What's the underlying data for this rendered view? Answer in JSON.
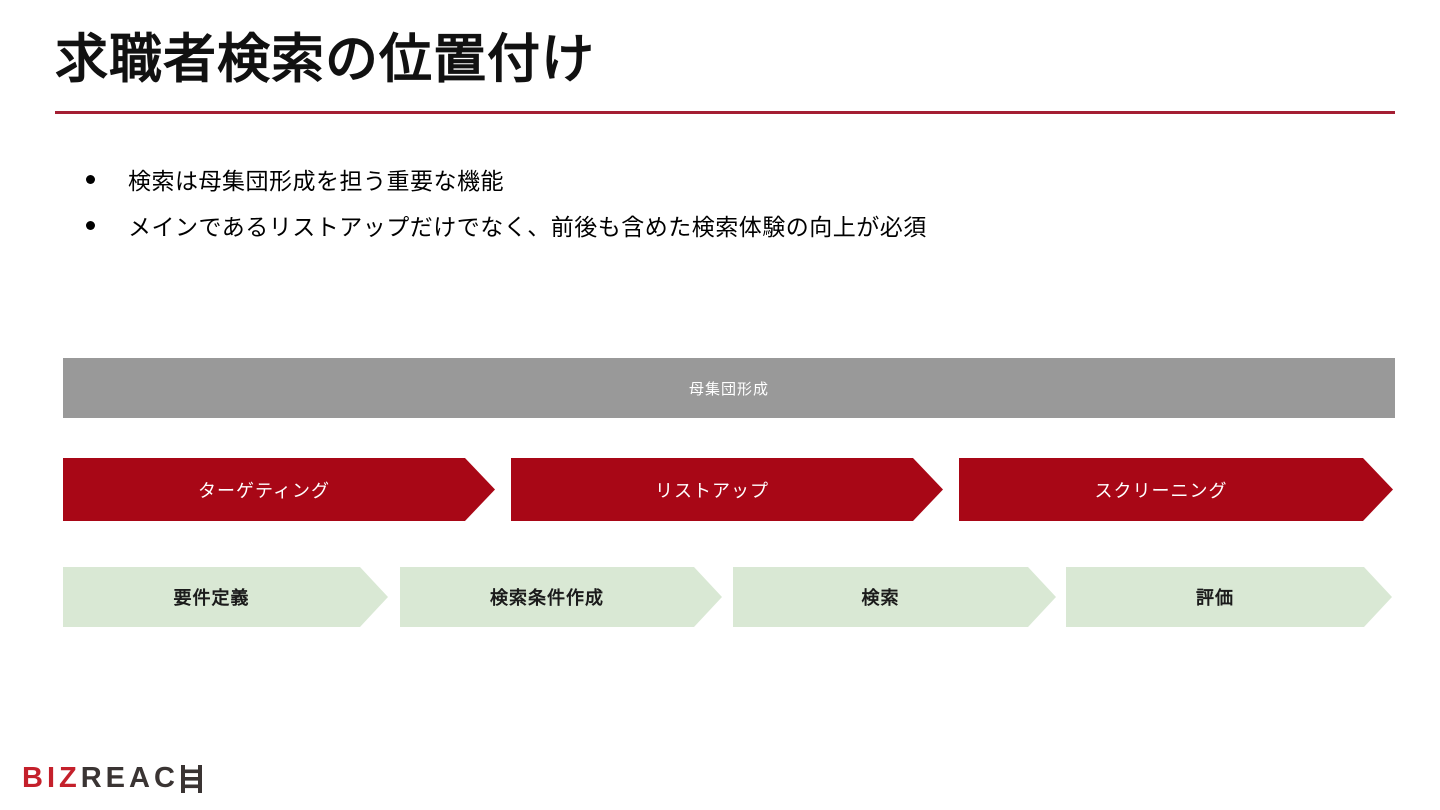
{
  "title": "求職者検索の位置付け",
  "bullets": [
    "検索は母集団形成を担う重要な機能",
    "メインであるリストアップだけでなく、前後も含めた検索体験の向上が必須"
  ],
  "diagram": {
    "group_label": "母集団形成",
    "phases": [
      {
        "label": "ターゲティング"
      },
      {
        "label": "リストアップ"
      },
      {
        "label": "スクリーニング"
      }
    ],
    "steps": [
      {
        "label": "要件定義"
      },
      {
        "label": "検索条件作成"
      },
      {
        "label": "検索"
      },
      {
        "label": "評価"
      }
    ]
  },
  "logo": {
    "biz": "BIZ",
    "reac": "REAC"
  },
  "colors": {
    "accent_red": "#a80716",
    "title_rule_red": "#a41e33",
    "group_gray": "#999999",
    "step_green": "#d9e8d4",
    "logo_red": "#c4202b",
    "logo_dark": "#3a3433"
  }
}
